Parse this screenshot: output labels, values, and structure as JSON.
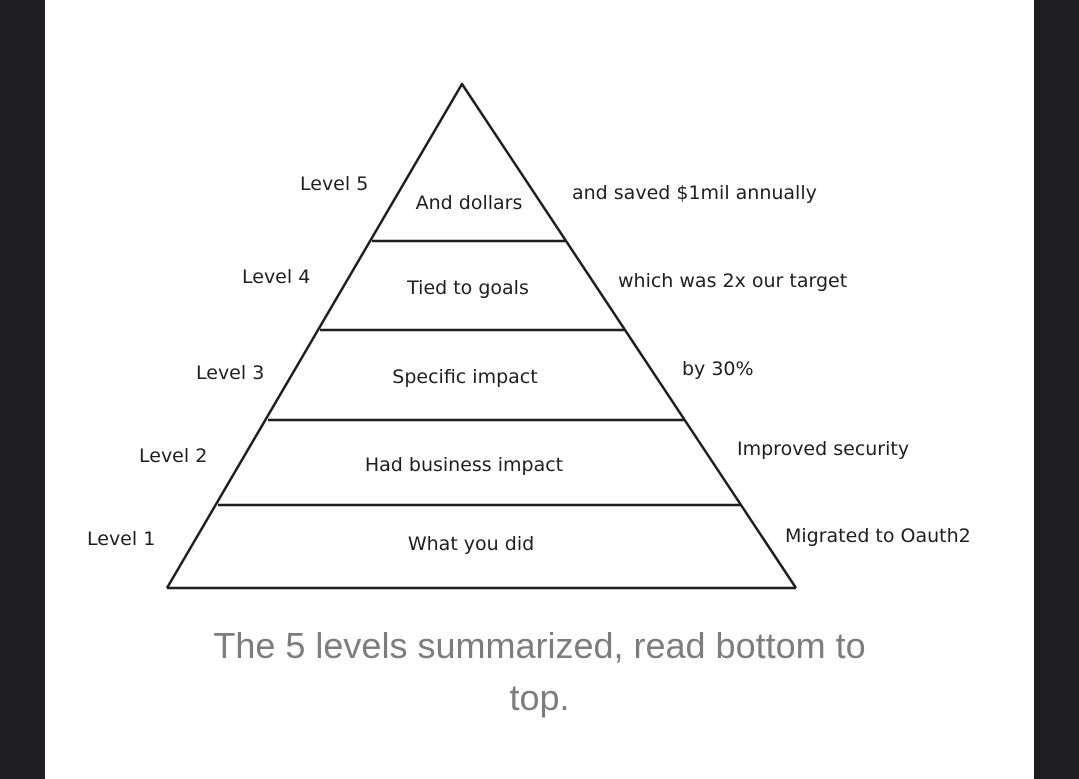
{
  "diagram": {
    "levels": [
      {
        "level": "Level 1",
        "tier": "What you did",
        "example": "Migrated to Oauth2"
      },
      {
        "level": "Level 2",
        "tier": "Had business impact",
        "example": "Improved security"
      },
      {
        "level": "Level 3",
        "tier": "Specific impact",
        "example": "by 30%"
      },
      {
        "level": "Level 4",
        "tier": "Tied to goals",
        "example": "which was 2x our target"
      },
      {
        "level": "Level 5",
        "tier": "And dollars",
        "example": "and saved $1mil annually"
      }
    ],
    "stroke_color": "#1e1e1e"
  },
  "caption": {
    "line1": "The 5 levels summarized, read bottom to",
    "line2": "top."
  }
}
